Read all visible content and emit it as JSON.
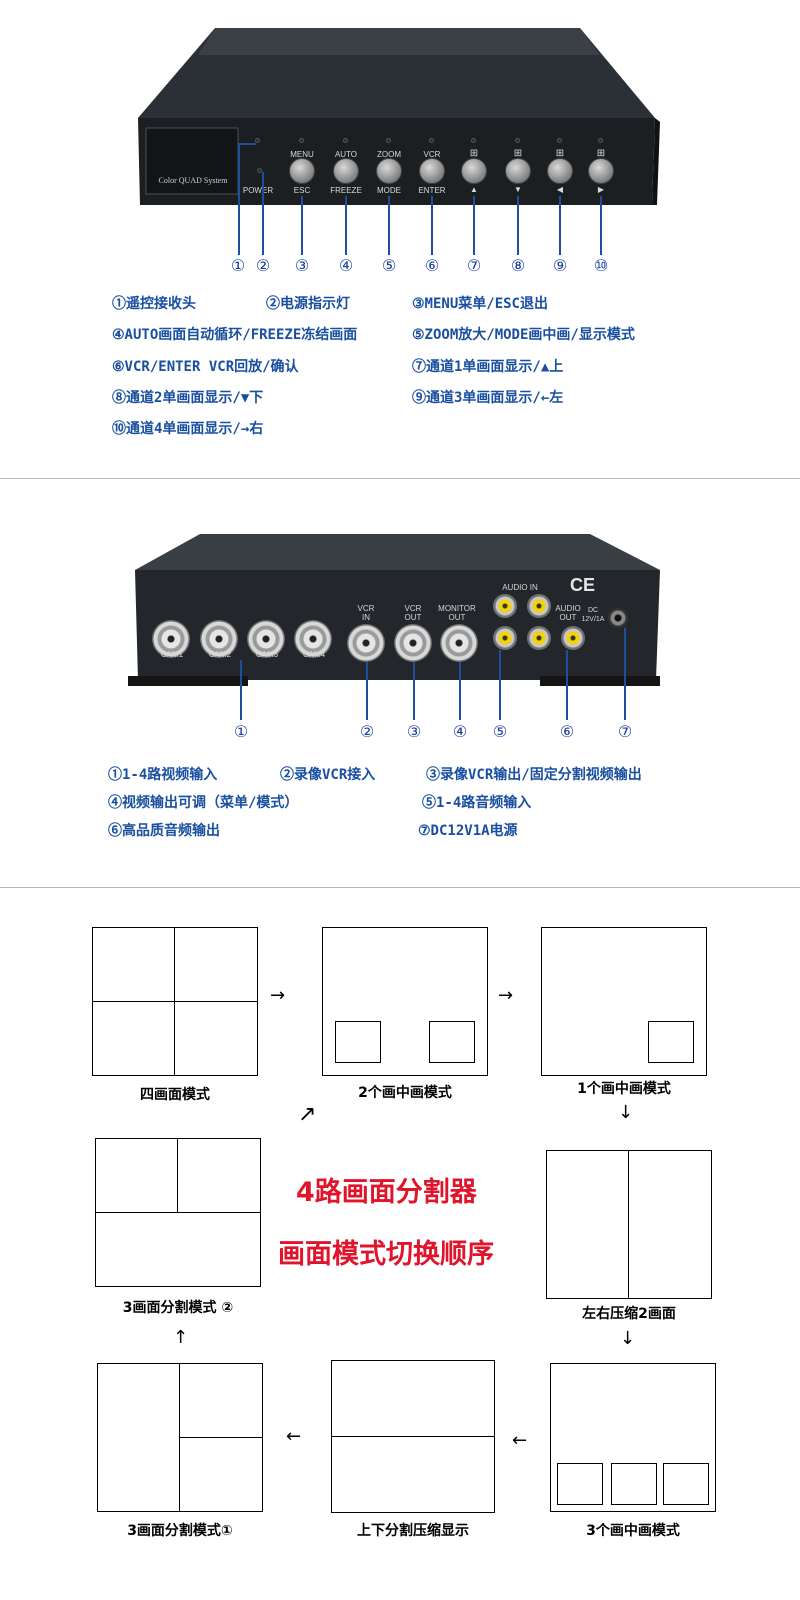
{
  "front": {
    "logo_text": "Color QUAD System",
    "power_label": "POWER",
    "buttons": [
      {
        "top": "MENU",
        "bottom": "ESC"
      },
      {
        "top": "AUTO",
        "bottom": "FREEZE"
      },
      {
        "top": "ZOOM",
        "bottom": "MODE"
      },
      {
        "top": "VCR",
        "bottom": "ENTER"
      },
      {
        "top": "⊞",
        "bottom": "▲"
      },
      {
        "top": "⊞",
        "bottom": "▼"
      },
      {
        "top": "⊞",
        "bottom": "◀"
      },
      {
        "top": "⊞",
        "bottom": "▶"
      }
    ],
    "numbers": [
      "①",
      "②",
      "③",
      "④",
      "⑤",
      "⑥",
      "⑦",
      "⑧",
      "⑨",
      "⑩"
    ],
    "legend": [
      "①遥控接收头",
      "②电源指示灯",
      "③MENU菜单/ESC退出",
      "④AUTO画面自动循环/FREEZE冻结画面",
      "⑤ZOOM放大/MODE画中画/显示模式",
      "⑥VCR/ENTER VCR回放/确认",
      "⑦通道1单画面显示/▲上",
      "⑧通道2单画面显示/▼下",
      "⑨通道3单画面显示/←左",
      "⑩通道4单画面显示/→右"
    ]
  },
  "rear": {
    "cam_labels": [
      "CAM1",
      "CAM2",
      "CAM3",
      "CAM4"
    ],
    "vcr_in": "VCR\nIN",
    "vcr_out": "VCR\nOUT",
    "monitor_out": "MONITOR\nOUT",
    "audio_in": "AUDIO IN",
    "audio_out": "AUDIO\nOUT",
    "dc": "DC\n12V/1A",
    "ce": "CE",
    "numbers": [
      "①",
      "②",
      "③",
      "④",
      "⑤",
      "⑥",
      "⑦"
    ],
    "legend": [
      "①1-4路视频输入",
      "②录像VCR接入",
      "③录像VCR输出/固定分割视频输出",
      "④视频输出可调（菜单/模式）",
      "⑤1-4路音频输入",
      "⑥高品质音频输出",
      "⑦DC12V1A电源"
    ]
  },
  "modes": {
    "title1": "4路画面分割器",
    "title2": "画面模式切换顺序",
    "captions": [
      "四画面模式",
      "2个画中画模式",
      "1个画中画模式",
      "左右压缩2画面",
      "3个画中画模式",
      "上下分割压缩显示",
      "3画面分割模式①",
      "3画面分割模式 ②"
    ]
  }
}
